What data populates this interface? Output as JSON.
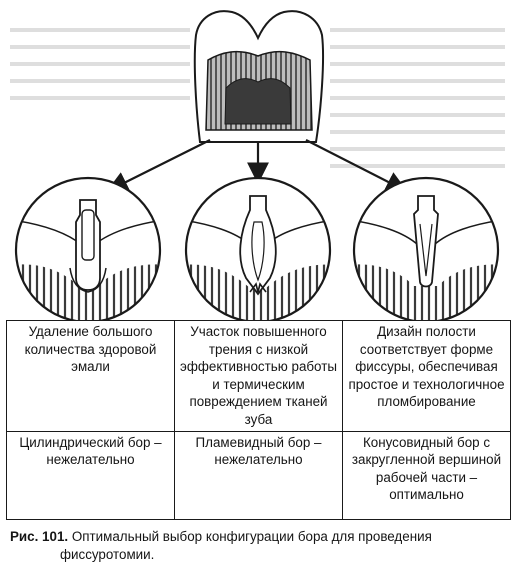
{
  "table": {
    "rows": [
      [
        "Удаление большого количества здоровой эмали",
        "Участок повышенного трения с низкой эффективностью работы и термическим повреждением тканей зуба",
        "Дизайн полости соответствует форме фиссуры, обеспечивая простое и технологичное пломбирование"
      ],
      [
        "Цилиндрический бор – нежелательно",
        "Пламевидный бор – нежелательно",
        "Конусовидный бор с закругленной вершиной рабочей части – оптимально"
      ]
    ]
  },
  "caption": {
    "label": "Рис. 101.",
    "line1": "Оптимальный выбор конфигурации бора для проведения",
    "line2": "фиссуротомии."
  },
  "colors": {
    "ink": "#151515",
    "enamel_dark": "#3a3a3a",
    "dentin": "#6f6f6f",
    "pulp": "#2b2b2b",
    "bg": "#ffffff",
    "ghost_text": "#c9c9c9"
  }
}
